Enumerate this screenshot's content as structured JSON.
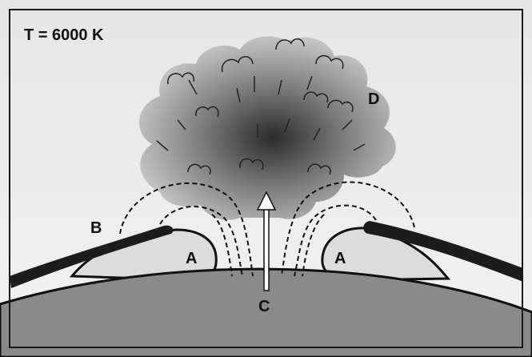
{
  "temperature_label": "T = 6000 K",
  "labels": {
    "a_left": "A",
    "a_right": "A",
    "b": "B",
    "c": "C",
    "d": "D"
  },
  "colors": {
    "border": "#1a1a1a",
    "background_top": "#e6e6e6",
    "background_bottom": "#f2f2f2",
    "planet": "#8a8a8a",
    "layer_b": "#1c1c1c",
    "region_a": "#dcdcdc",
    "cloud_core": "#2b2b2b",
    "cloud_edge": "#d2d2d2",
    "arrow": "#ffffff"
  }
}
